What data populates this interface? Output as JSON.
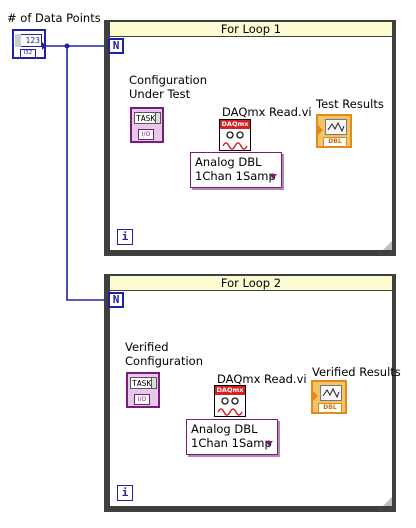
{
  "control": {
    "label": "# of Data Points",
    "value": "123",
    "type_badge": "I32"
  },
  "loops": [
    {
      "title": "For Loop 1",
      "count_terminal": "N",
      "iteration_terminal": "i",
      "task_label_line1": "Configuration",
      "task_label_line2": "Under Test",
      "task_text": "TASK",
      "task_io": "I/O",
      "vi_label": "DAQmx Read.vi",
      "vi_banner": "DAQmx",
      "selector_line1": "Analog DBL",
      "selector_line2": "1Chan 1Samp",
      "indicator_label": "Test Results",
      "indicator_type": "DBL"
    },
    {
      "title": "For Loop 2",
      "count_terminal": "N",
      "iteration_terminal": "i",
      "task_label_line1": "Verified",
      "task_label_line2": "Configuration",
      "task_text": "TASK",
      "task_io": "I/O",
      "vi_label": "DAQmx Read.vi",
      "vi_banner": "DAQmx",
      "selector_line1": "Analog DBL",
      "selector_line2": "1Chan 1Samp",
      "indicator_label": "Verified Results",
      "indicator_type": "DBL"
    }
  ],
  "colors": {
    "int_wire": "#2121a8",
    "task_wire": "#7a1a7a",
    "dbl_wire": "#e48a1a",
    "loop_title_bg": "#fdfbd2"
  }
}
